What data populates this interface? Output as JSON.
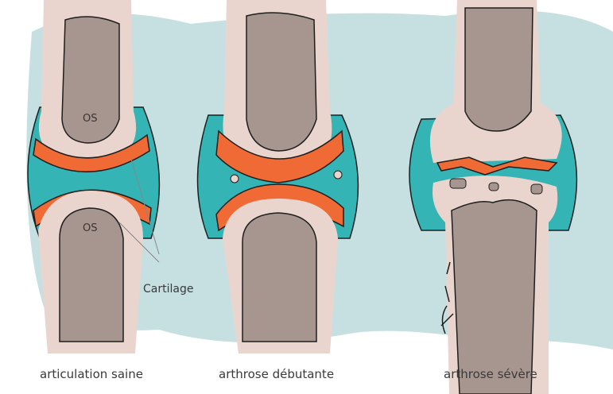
{
  "colors": {
    "background": "#c6e0e2",
    "bone": "#e9d5cd",
    "marrow": "#a6968f",
    "synovial": "#34b4b4",
    "cartilage": "#ef6a35",
    "outline": "#1e1e1e"
  },
  "annotations": {
    "bone_upper": "OS",
    "bone_lower": "OS",
    "cartilage": "Cartilage"
  },
  "captions": [
    "articulation saine",
    "arthrose débutante",
    "arthrose sévère"
  ]
}
